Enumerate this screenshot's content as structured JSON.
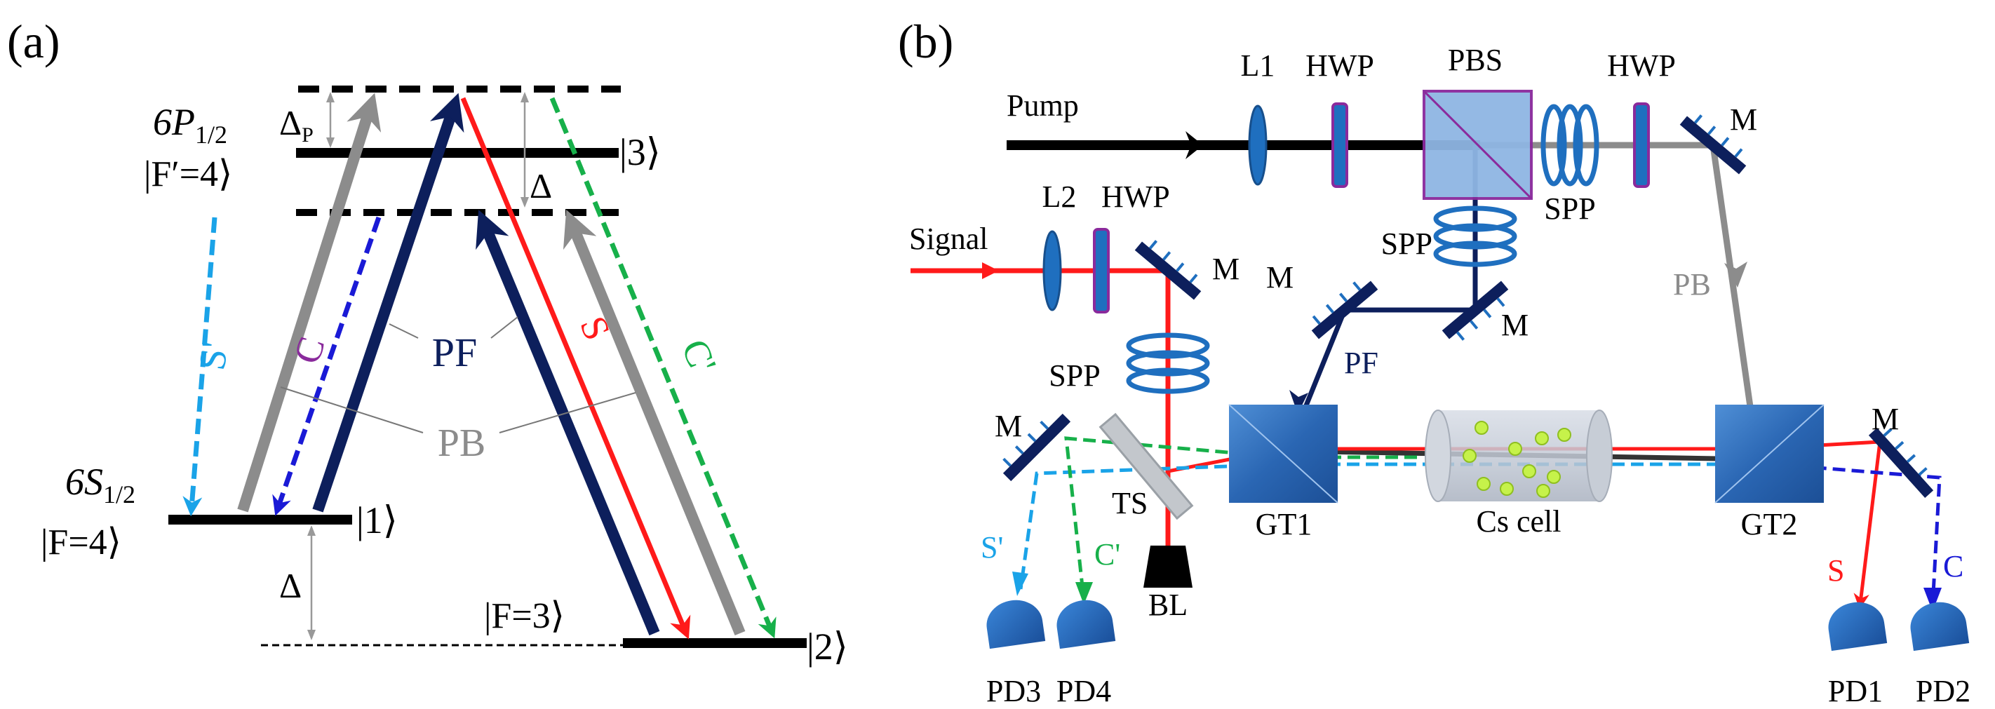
{
  "panel_a": {
    "tag": "(a)",
    "excited_state": "6P",
    "excited_state_sub": "1/2",
    "excited_hyperfine": "|F′=4⟩",
    "delta_p": "Δ",
    "delta_p_sub": "P",
    "state_3": "|3⟩",
    "delta": "Δ",
    "ground_state": "6S",
    "ground_state_sub": "1/2",
    "ground_hyperfine_4": "|F=4⟩",
    "state_1": "|1⟩",
    "delta_lower": "Δ",
    "ground_hyperfine_3": "|F=3⟩",
    "state_2": "|2⟩",
    "labels": {
      "s_prime": "S'",
      "c": "C",
      "pf": "PF",
      "s": "S",
      "c_prime": "C'",
      "pb": "PB"
    }
  },
  "panel_b": {
    "tag": "(b)",
    "pump": "Pump",
    "signal": "Signal",
    "l1": "L1",
    "l2": "L2",
    "hwp_1": "HWP",
    "hwp_2": "HWP",
    "hwp_3": "HWP",
    "pbs": "PBS",
    "spp_1": "SPP",
    "spp_2": "SPP",
    "spp_3": "SPP",
    "m_1": "M",
    "m_2": "M",
    "m_3": "M",
    "m_4": "M",
    "m_5": "M",
    "m_6": "M",
    "pb": "PB",
    "pf": "PF",
    "ts": "TS",
    "bl": "BL",
    "gt1": "GT1",
    "gt2": "GT2",
    "cs_cell": "Cs cell",
    "s_prime": "S'",
    "c_prime": "C'",
    "s": "S",
    "c": "C",
    "pd1": "PD1",
    "pd2": "PD2",
    "pd3": "PD3",
    "pd4": "PD4"
  },
  "colors": {
    "pf": "#0d1f5c",
    "pb": "#8c8c8c",
    "signal": "#ff1a1a",
    "s_prime": "#1aa3e8",
    "c": "#1a1ad6",
    "c_prime": "#17b04a",
    "optic_blue": "#1f6fbf",
    "hwp_edge": "#8a2a9c"
  }
}
